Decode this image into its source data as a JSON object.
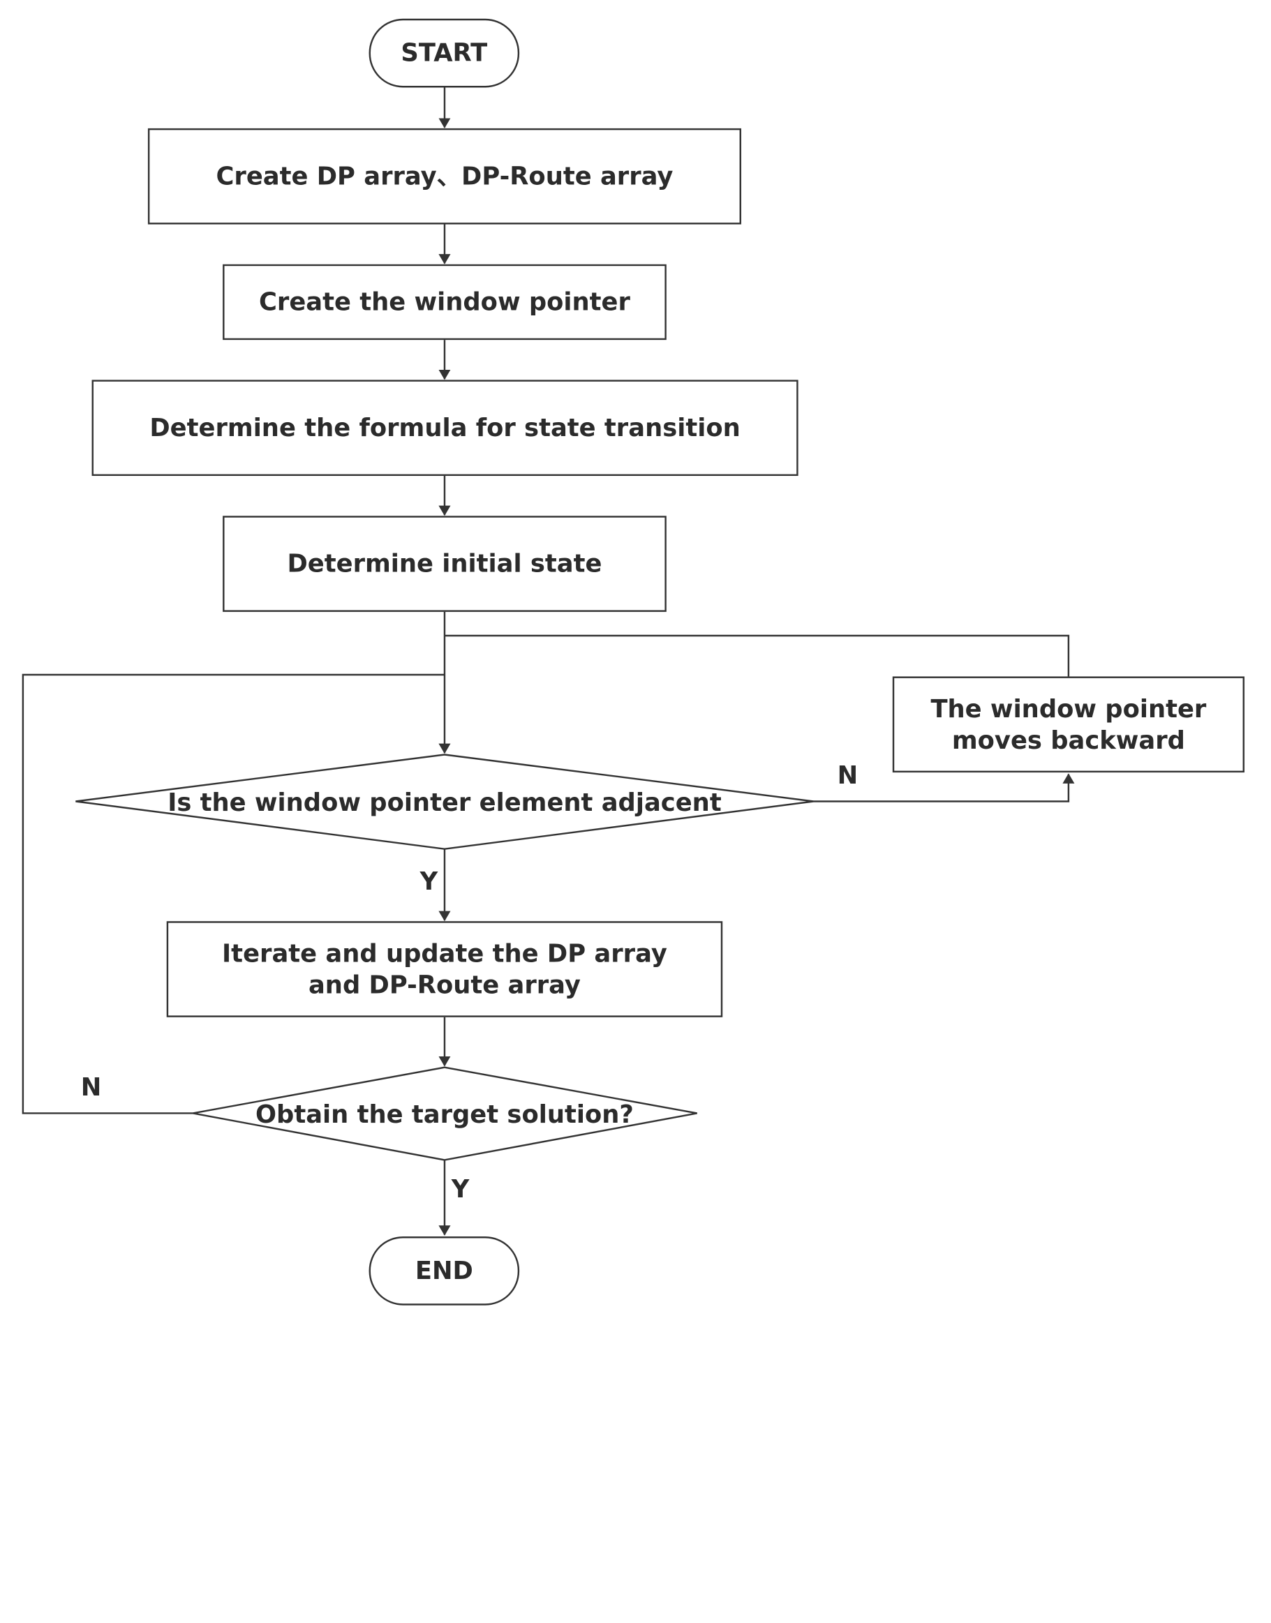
{
  "nodes": {
    "start": "START",
    "create_arrays": "Create DP array、DP-Route array",
    "create_pointer": "Create the window pointer",
    "formula": "Determine the formula for state transition",
    "initial_state": "Determine initial state",
    "adjacent_question": "Is the window pointer element adjacent",
    "pointer_moves": "The window pointer moves backward",
    "iterate_update": "Iterate and update the DP array and DP-Route array",
    "target_question": "Obtain the target solution?",
    "end": "END"
  },
  "edge_labels": {
    "adjacent_no": "N",
    "adjacent_yes": "Y",
    "target_no": "N",
    "target_yes": "Y"
  },
  "colors": {
    "stroke": "#333333",
    "text": "#2b2b2b",
    "background": "#ffffff"
  }
}
